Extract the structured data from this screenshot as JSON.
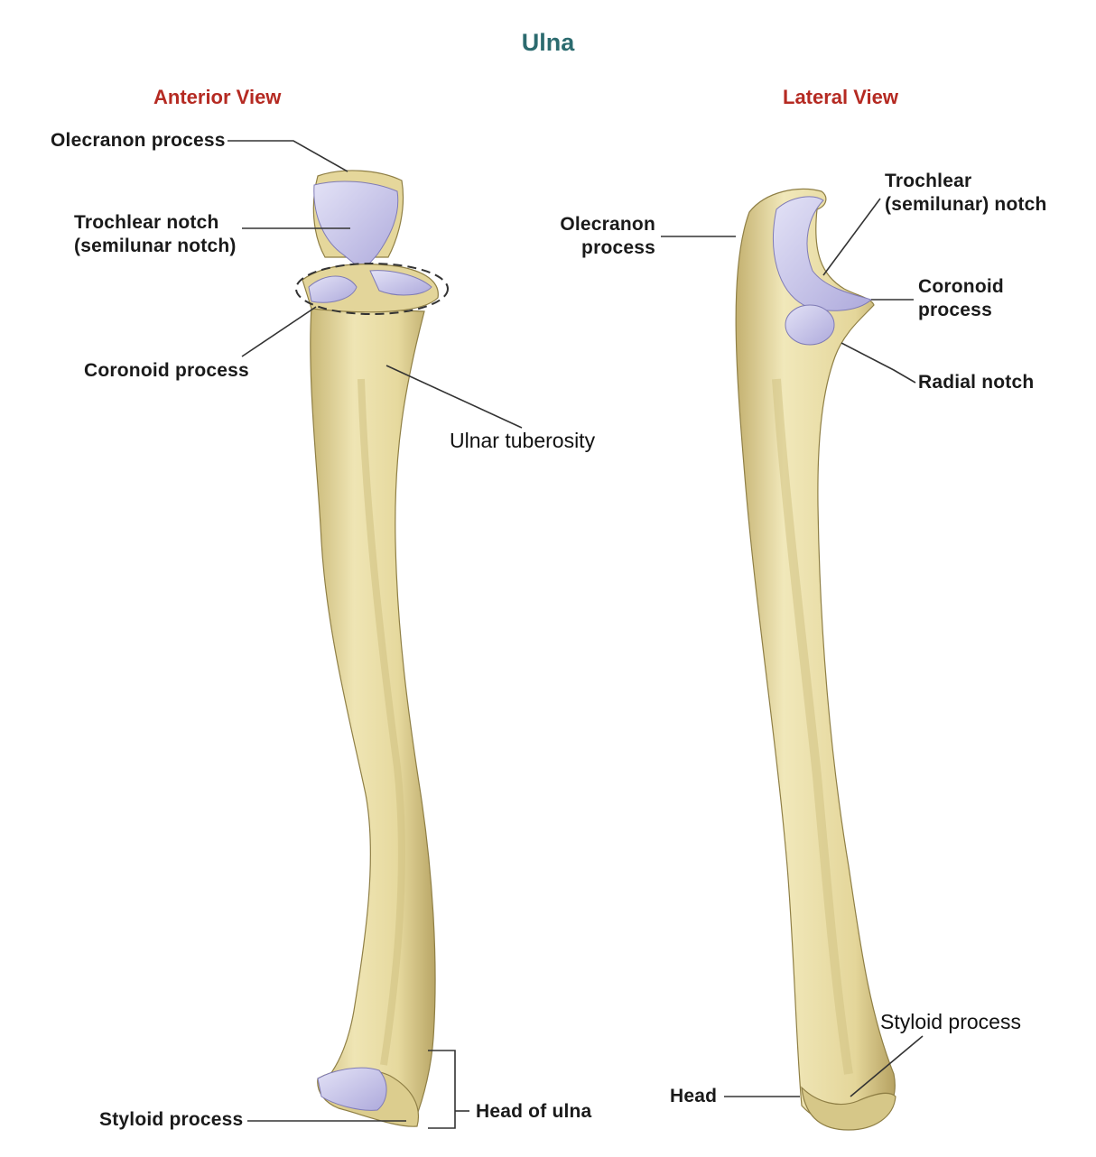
{
  "title": "Ulna",
  "colors": {
    "title": "#2c6b6f",
    "view_heading": "#b52a22",
    "bone_fill": "#e8dca0",
    "bone_shade": "#c8b87a",
    "cartilage": "#c8c6ea",
    "leader": "#333333"
  },
  "anterior": {
    "heading": "Anterior View",
    "labels": {
      "olecranon": "Olecranon process",
      "trochlear_1": "Trochlear notch",
      "trochlear_2": "(semilunar notch)",
      "coronoid": "Coronoid process",
      "tuberosity": "Ulnar tuberosity",
      "styloid": "Styloid process",
      "head": "Head of ulna"
    }
  },
  "lateral": {
    "heading": "Lateral View",
    "labels": {
      "olecranon_1": "Olecranon",
      "olecranon_2": "process",
      "trochlear_1": "Trochlear",
      "trochlear_2": "(semilunar) notch",
      "coronoid_1": "Coronoid",
      "coronoid_2": "process",
      "radial_notch": "Radial notch",
      "styloid": "Styloid process",
      "head": "Head"
    }
  }
}
